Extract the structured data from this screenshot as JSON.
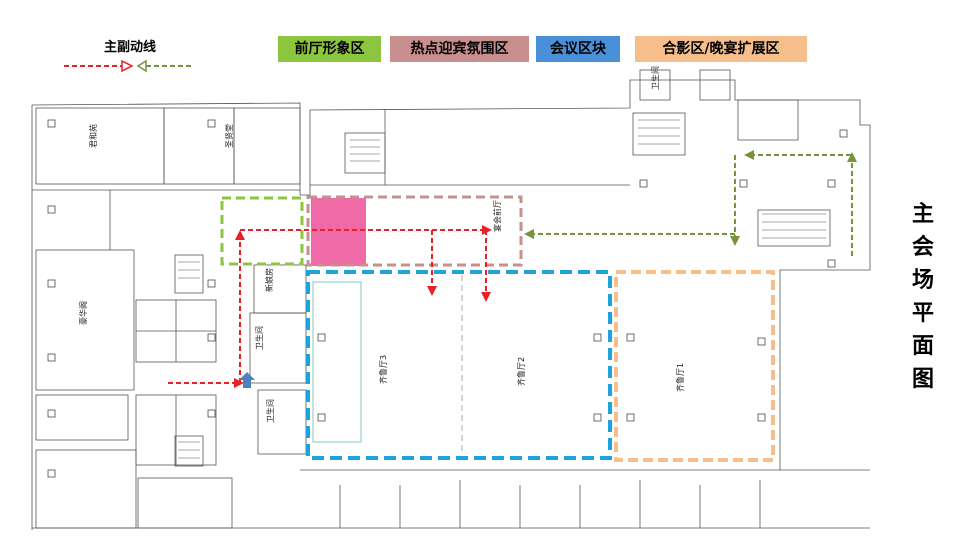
{
  "legend": {
    "title": "主副动线"
  },
  "zones": [
    {
      "label": "前厅形象区",
      "color": "#8cc63f"
    },
    {
      "label": "热点迎宾氛围区",
      "color": "#c98f8f"
    },
    {
      "label": "会议区块",
      "color": "#4a90d9"
    },
    {
      "label": "合影区/晚宴扩展区",
      "color": "#f6be8b"
    }
  ],
  "page_title": [
    "主",
    "会",
    "场",
    "平",
    "面",
    "图"
  ],
  "rooms": {
    "junhe": "君和苑",
    "shengxian": "圣贤堂",
    "haohua": "豪华阁",
    "xinniang": "新娘房",
    "weisheng1": "卫生间",
    "weisheng2": "卫生间",
    "weisheng3": "卫生间",
    "banquet_front": "宴会前厅",
    "qilu3": "齐鲁厅3",
    "qilu2": "齐鲁厅2",
    "qilu1": "齐鲁厅1"
  },
  "colors": {
    "main_route": "#e8202a",
    "secondary_route": "#77933c",
    "hotspot_fill": "#f06aa8",
    "meeting_border": "#1ea4dc",
    "entrance_arrow": "#4f81bd"
  }
}
